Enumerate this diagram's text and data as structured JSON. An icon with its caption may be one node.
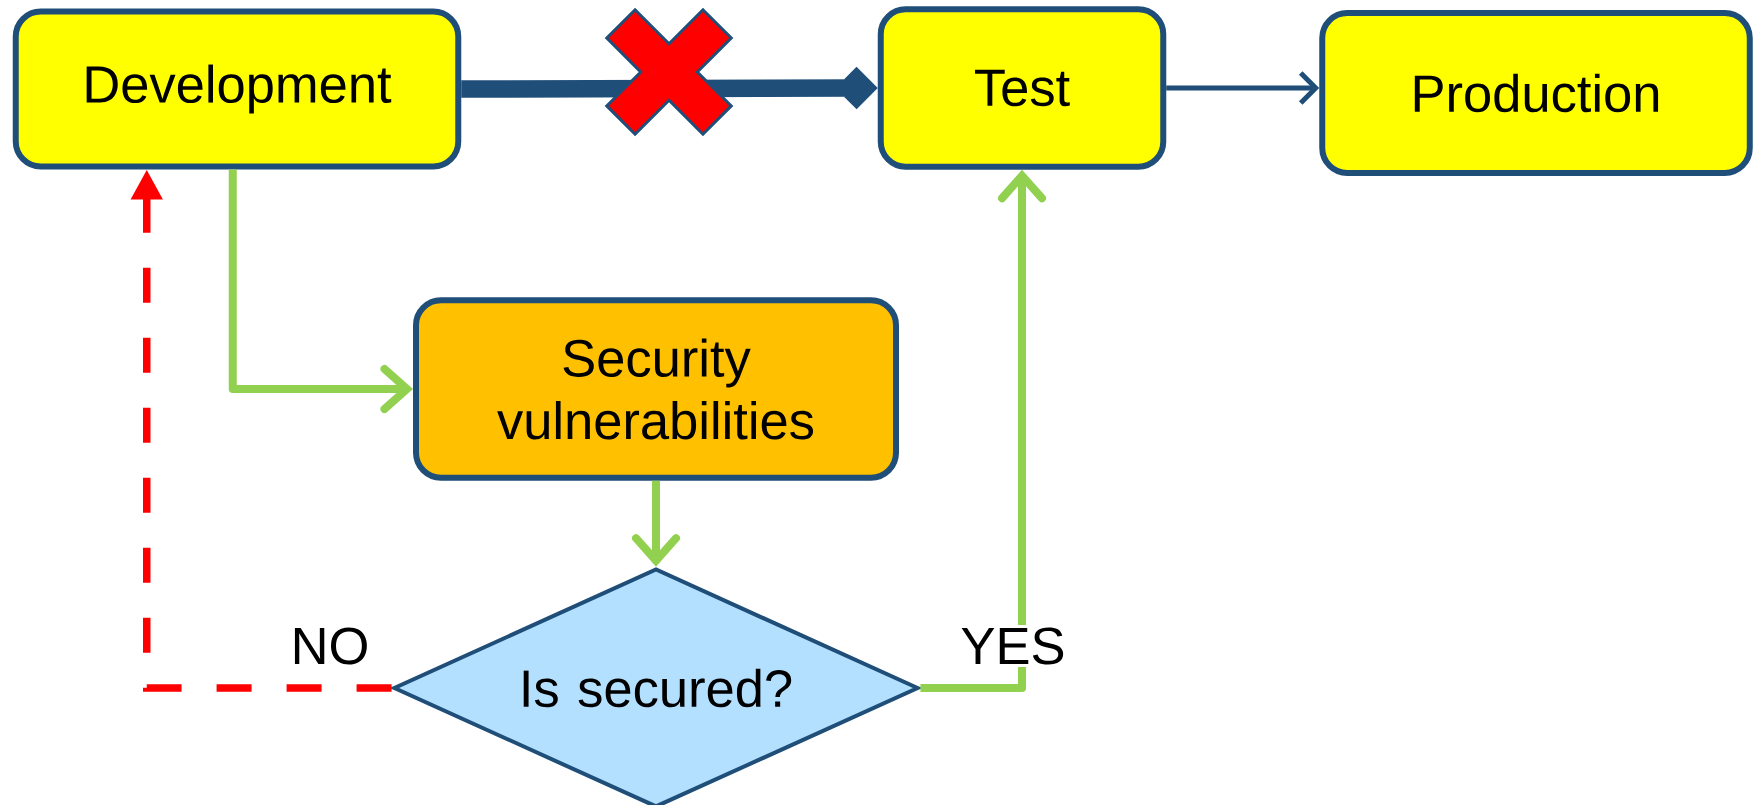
{
  "diagram": {
    "nodes": [
      {
        "text": [
          "Development"
        ]
      },
      {
        "text": [
          "Test"
        ]
      },
      {
        "text": [
          "Production"
        ]
      },
      {
        "text": [
          "Security vulnerabilities"
        ]
      },
      {
        "text": [
          "Is secured?"
        ]
      }
    ],
    "edges": [
      {
        "from": 0,
        "to": 1,
        "arrow": "to",
        "style": "thick",
        "color": "#1f4e79"
      },
      {
        "from": 1,
        "to": 2,
        "arrow": "to",
        "color": "#1f4e79"
      },
      {
        "from": 0,
        "to": 3,
        "arrow": "to"
      },
      {
        "from": 3,
        "to": 4,
        "arrow": "to"
      },
      {
        "from": 4,
        "to": 1,
        "arrow": "to",
        "label": "YES"
      },
      {
        "from": 4,
        "to": 0,
        "arrow": "to",
        "label": "NO",
        "style": "dashed",
        "color": "#ff0000"
      }
    ]
  }
}
